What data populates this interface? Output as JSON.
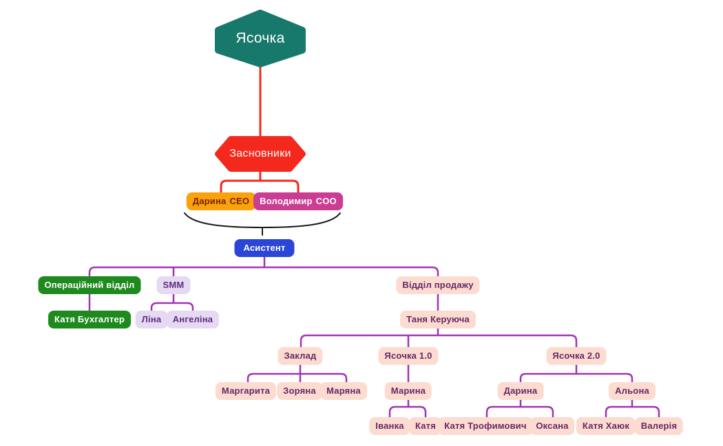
{
  "palette": {
    "company_teal": "#17796C",
    "founders_red": "#F4281C",
    "ceo_orange": "#F9A20B",
    "ceo_text_maroon": "#7A1F04",
    "coo_magenta": "#CA3D92",
    "assistant_blue": "#2B46D7",
    "operations_green": "#1E8A1E",
    "smm_lavender": "#E6D9F2",
    "smm_text_purple": "#5C2D82",
    "sales_peach": "#FCDCD0",
    "sales_text_purple": "#662766",
    "connector_purple": "#A133B4",
    "brace_black": "#1A1A1A",
    "background": "#FFFFFF"
  },
  "org": {
    "company": {
      "label": "Ясочка"
    },
    "founders": {
      "label": "Засновники",
      "members": [
        {
          "name": "Дарина",
          "role": "CEO"
        },
        {
          "name": "Володимир",
          "role": "COO"
        }
      ]
    },
    "assistant": {
      "label": "Асистент"
    },
    "operations": {
      "label": "Операційний відділ",
      "children": [
        {
          "label": "Катя Бухгалтер"
        }
      ]
    },
    "smm": {
      "label": "SMM",
      "children": [
        {
          "label": "Ліна"
        },
        {
          "label": "Ангеліна"
        }
      ]
    },
    "sales": {
      "label": "Відділ продажу",
      "manager": {
        "label": "Таня Керуюча"
      },
      "branches": [
        {
          "label": "Заклад",
          "children": [
            {
              "label": "Маргарита"
            },
            {
              "label": "Зоряна"
            },
            {
              "label": "Маряна"
            }
          ]
        },
        {
          "label": "Ясочка 1.0",
          "children": [
            {
              "label": "Марина",
              "children": [
                {
                  "label": "Іванка"
                },
                {
                  "label": "Катя"
                }
              ]
            }
          ]
        },
        {
          "label": "Ясочка 2.0",
          "children": [
            {
              "label": "Дарина",
              "children": [
                {
                  "label": "Катя Трофимович"
                },
                {
                  "label": "Оксана"
                }
              ]
            },
            {
              "label": "Альона",
              "children": [
                {
                  "label": "Катя Хаюк"
                },
                {
                  "label": "Валерія"
                }
              ]
            }
          ]
        }
      ]
    }
  }
}
